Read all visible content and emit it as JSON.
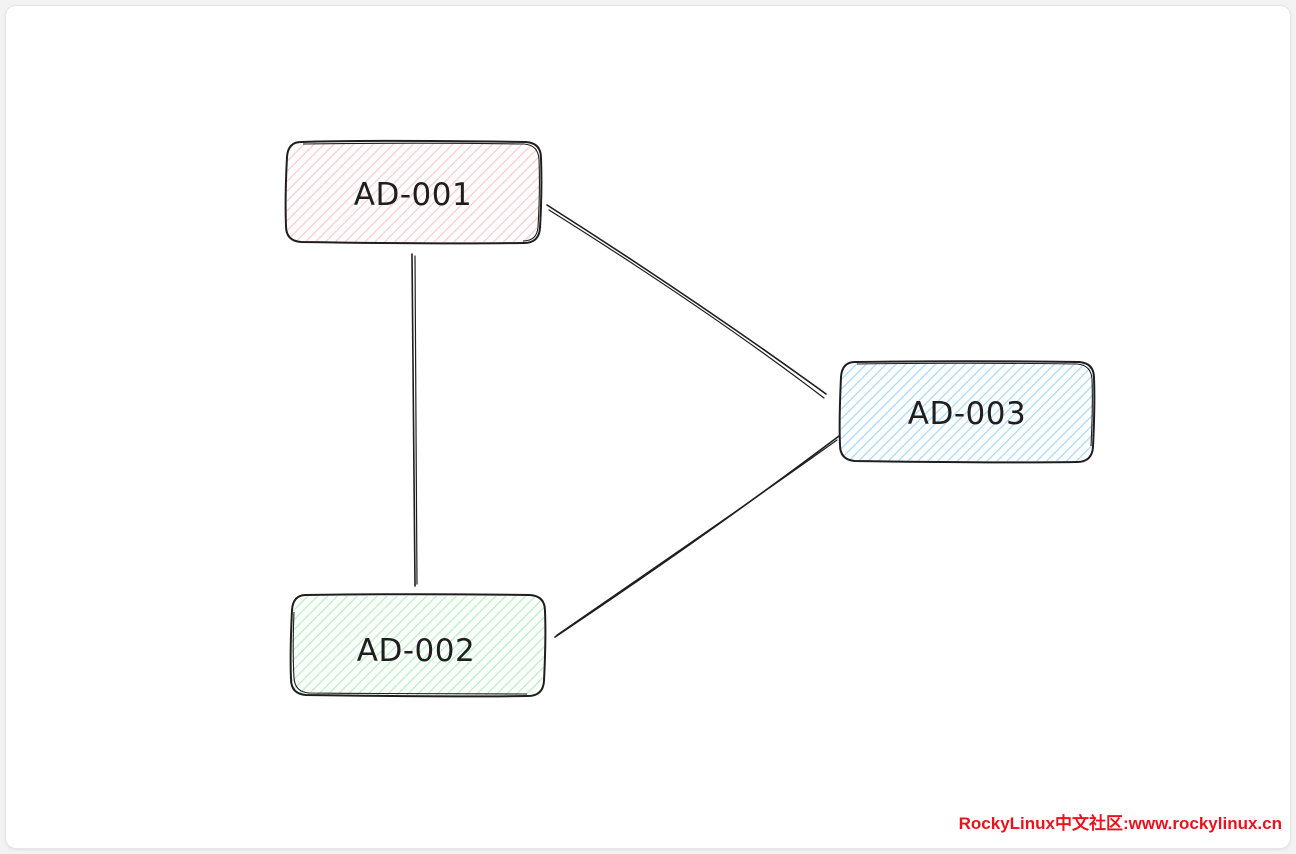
{
  "diagram": {
    "nodes": [
      {
        "id": "AD-001",
        "label": "AD-001",
        "fill": "#ffc9c9"
      },
      {
        "id": "AD-002",
        "label": "AD-002",
        "fill": "#b2f2bb"
      },
      {
        "id": "AD-003",
        "label": "AD-003",
        "fill": "#a5d8ff"
      }
    ],
    "edges": [
      {
        "from": "AD-001",
        "to": "AD-002"
      },
      {
        "from": "AD-001",
        "to": "AD-003"
      },
      {
        "from": "AD-002",
        "to": "AD-003"
      }
    ],
    "stroke_color": "#1e1e1e"
  },
  "watermark": {
    "text": "RockyLinux中文社区:www.rockylinux.cn",
    "color": "#e8141b"
  }
}
